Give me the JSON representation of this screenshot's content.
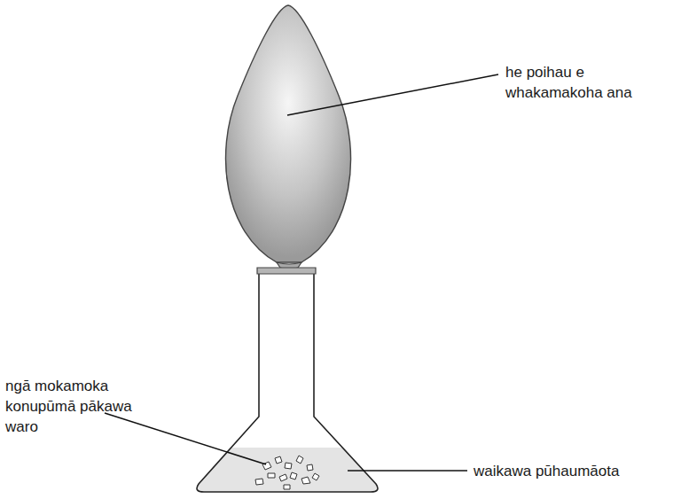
{
  "diagram": {
    "labels": [
      "he poihau e whakamakoha ana",
      "ngā mokamoka konupūmā pākawa waro",
      "waikawa pūhaumāota"
    ]
  }
}
